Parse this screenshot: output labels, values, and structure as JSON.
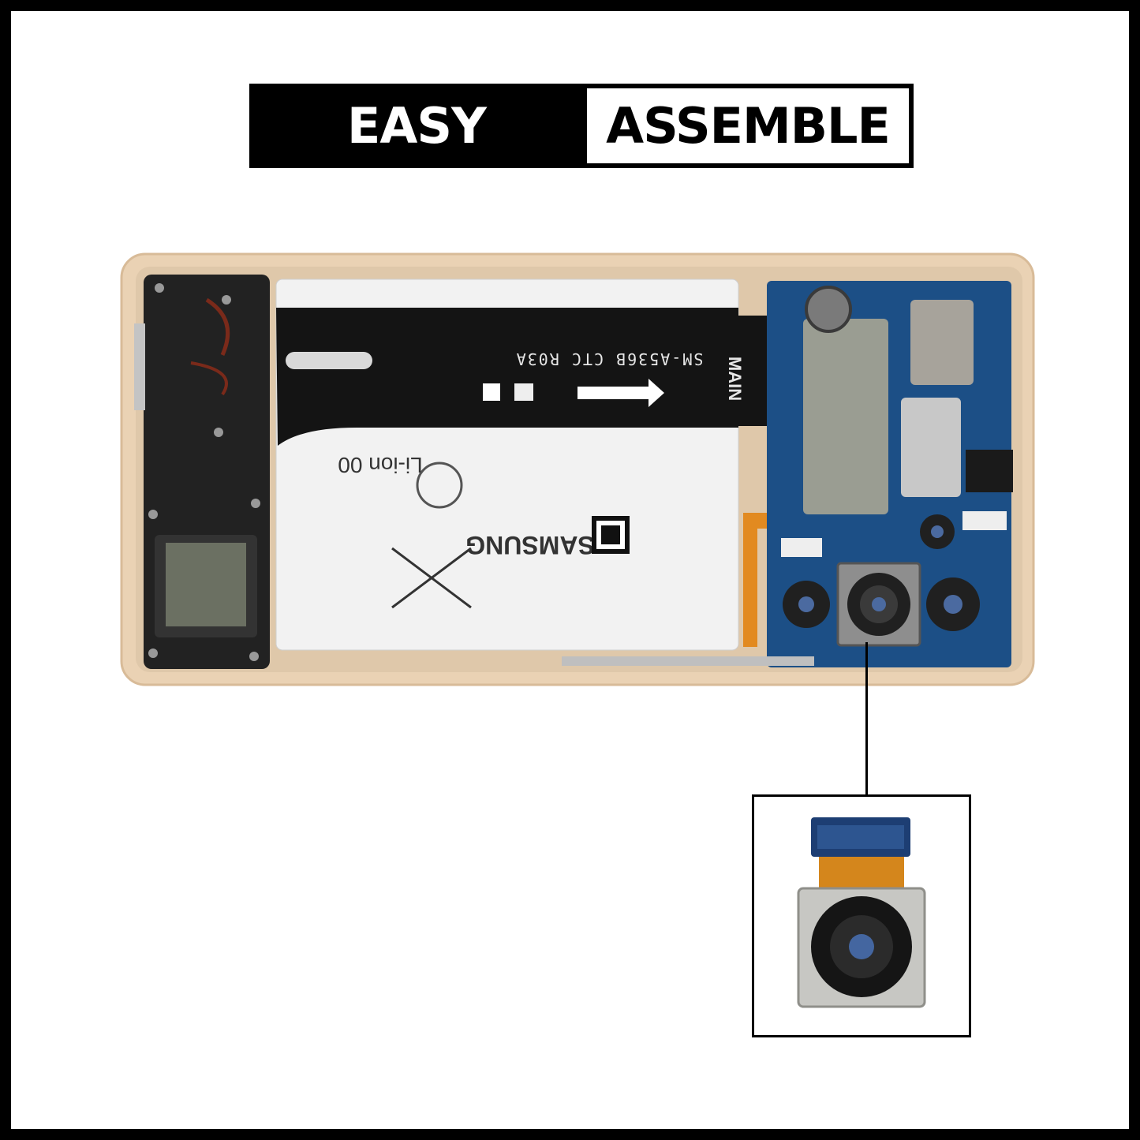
{
  "banner": {
    "left_label": "EASY",
    "right_label": "ASSEMBLE"
  },
  "phone": {
    "flex_cable_text": "SM-A536B CTC R03A",
    "main_label": "MAIN",
    "battery_brand": "SAMSUNG",
    "battery_chem": "Li-ion 00"
  },
  "colors": {
    "frame": "#e8cfb0",
    "board": "#1c4f86",
    "cable": "#141414",
    "battery": "#f2f2f2"
  }
}
